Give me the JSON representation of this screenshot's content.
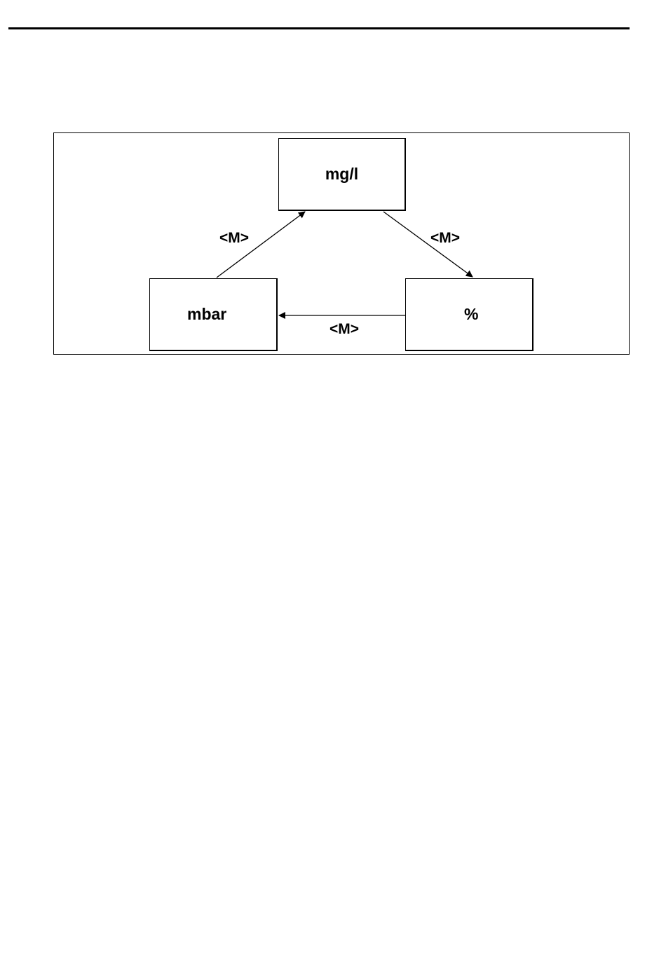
{
  "diagram": {
    "nodes": {
      "top": "mg/l",
      "left": "mbar",
      "right": "%"
    },
    "edges": [
      {
        "from": "mbar",
        "to": "mg/l",
        "label": "<M>"
      },
      {
        "from": "mg/l",
        "to": "%",
        "label": "<M>"
      },
      {
        "from": "%",
        "to": "mbar",
        "label": "<M>"
      }
    ]
  }
}
